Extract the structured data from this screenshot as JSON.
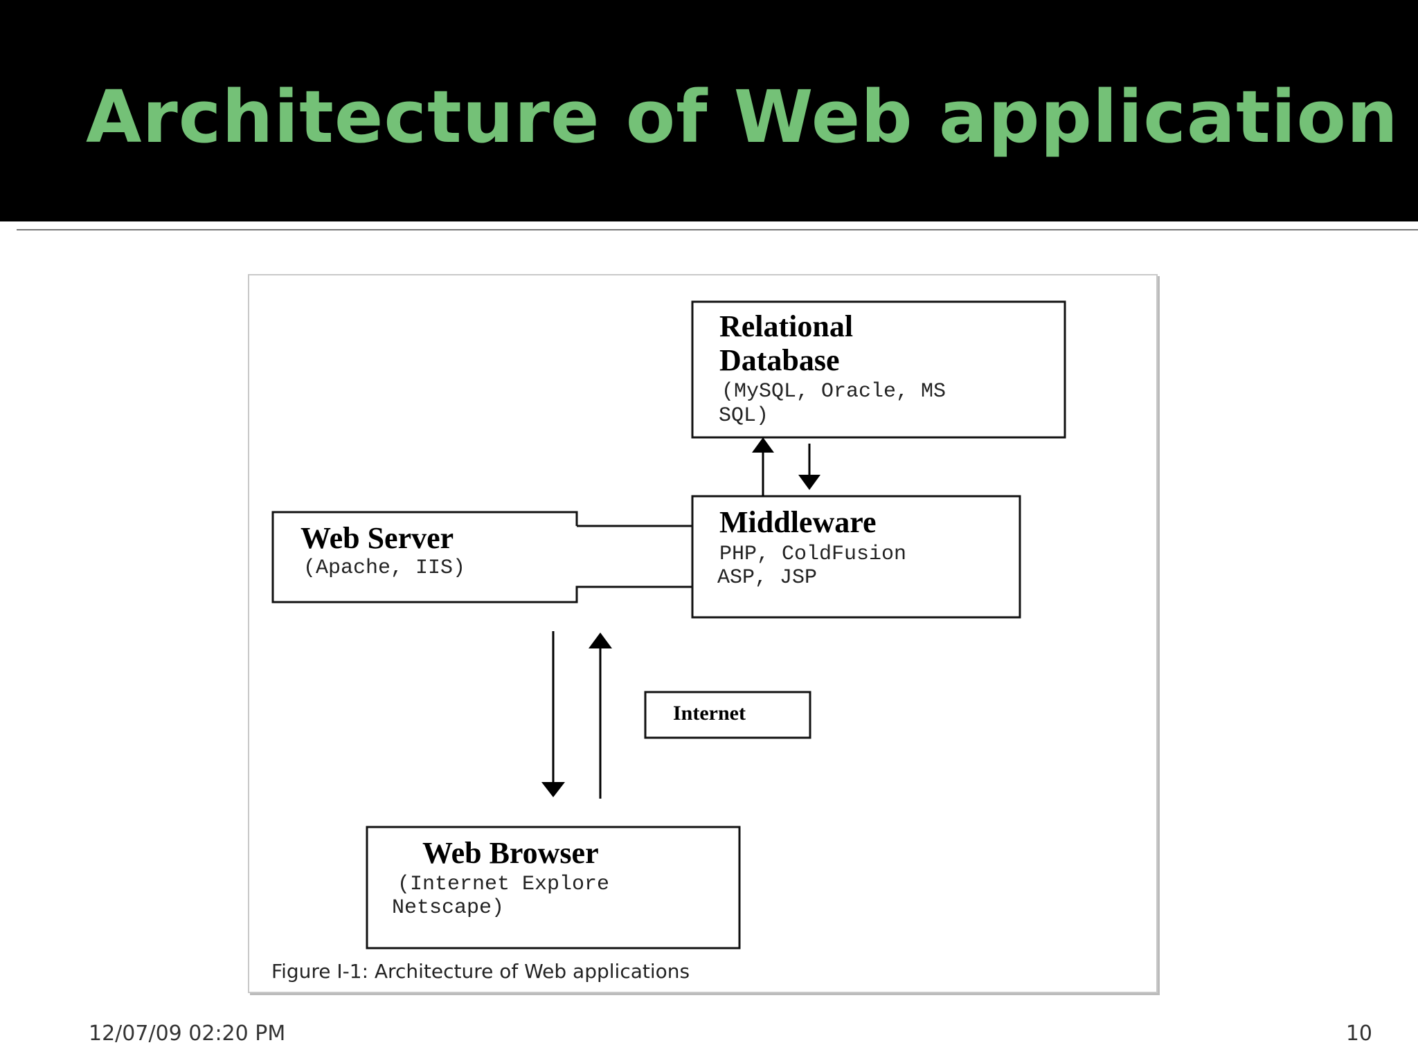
{
  "slide": {
    "title": "Architecture of Web application",
    "footer_date": "12/07/09 02:20 PM",
    "page_number": "10",
    "title_color": "#74c177"
  },
  "diagram": {
    "database": {
      "title_line1": "Relational",
      "title_line2": "Database",
      "detail_line1": "(MySQL, Oracle, MS",
      "detail_line2": "SQL)"
    },
    "middleware": {
      "title": "Middleware",
      "detail_line1": "PHP, ColdFusion",
      "detail_line2": "ASP, JSP"
    },
    "web_server": {
      "title": "Web Server",
      "detail": "(Apache, IIS)"
    },
    "internet": {
      "label": "Internet"
    },
    "web_browser": {
      "title": "Web Browser",
      "detail_line1": "(Internet Explore",
      "detail_line2": "Netscape)"
    },
    "caption": "Figure I-1: Architecture of Web applications"
  }
}
